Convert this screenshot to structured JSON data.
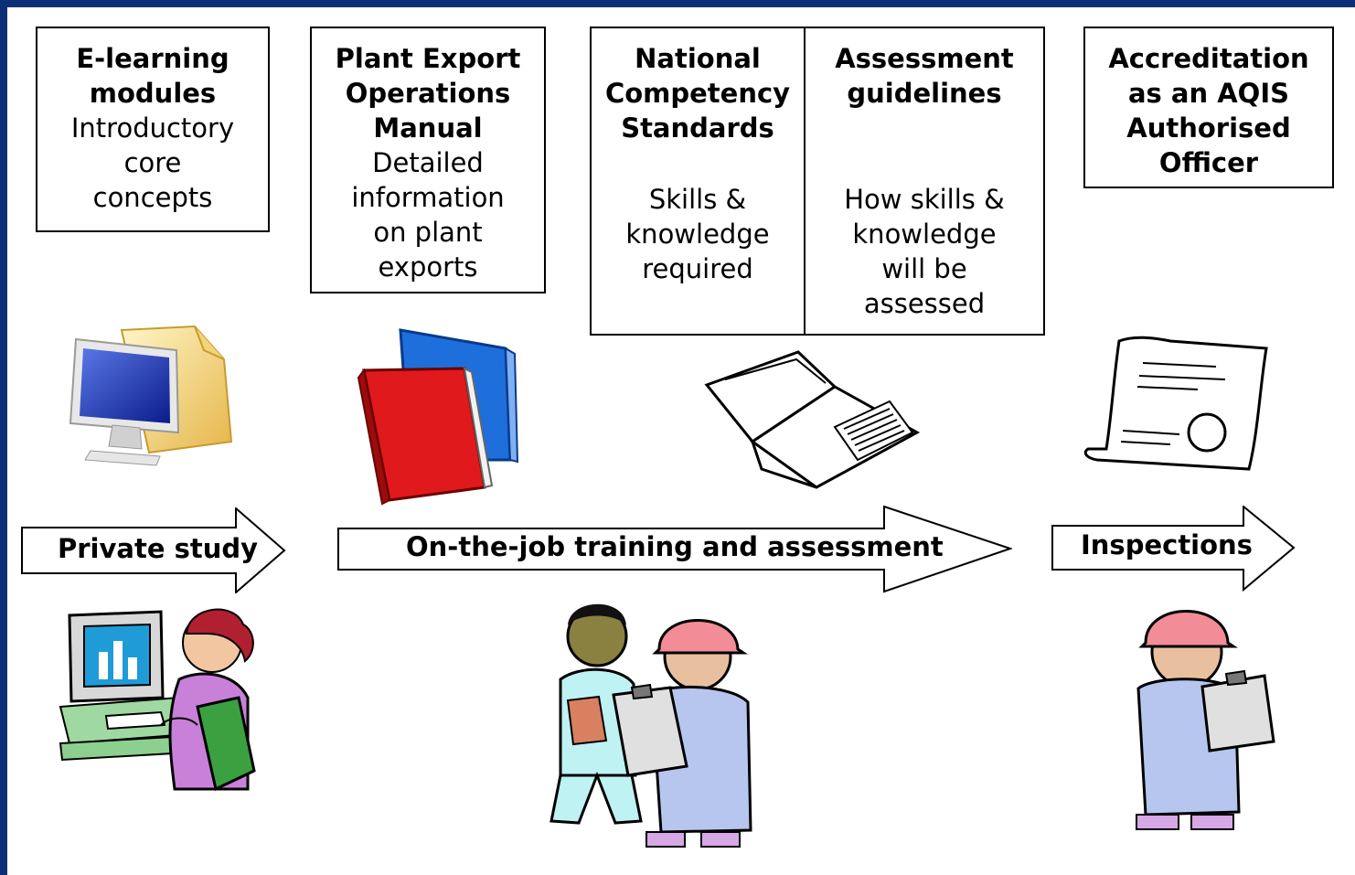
{
  "boxes": {
    "elearning": {
      "title": "E-learning\nmodules",
      "desc": "Introductory\ncore\nconcepts"
    },
    "manual": {
      "title": "Plant Export\nOperations\nManual",
      "desc": "Detailed\ninformation\non plant\nexports"
    },
    "standards": {
      "title": "National\nCompetency\nStandards",
      "desc": "Skills &\nknowledge\nrequired"
    },
    "guidelines": {
      "title": "Assessment\nguidelines",
      "desc": "How skills &\nknowledge\nwill be\nassessed"
    },
    "accreditation": {
      "title": "Accreditation\nas an AQIS\nAuthorised\nOfficer"
    }
  },
  "arrows": {
    "private_study": "Private study",
    "on_the_job": "On-the-job training and assessment",
    "inspections": "Inspections"
  },
  "icons": {
    "computer_folder": "computer-folder-icon",
    "binders": "binders-icon",
    "documents": "documents-icon",
    "certificate": "certificate-icon",
    "student": "student-at-computer-icon",
    "trainer": "trainer-and-worker-icon",
    "inspector": "inspector-icon"
  },
  "colors": {
    "background": "#0b2f74",
    "binder_red": "#e0191c",
    "binder_blue": "#1e6fdc",
    "hardhat": "#f28c96",
    "overalls": "#b6c6ee"
  }
}
